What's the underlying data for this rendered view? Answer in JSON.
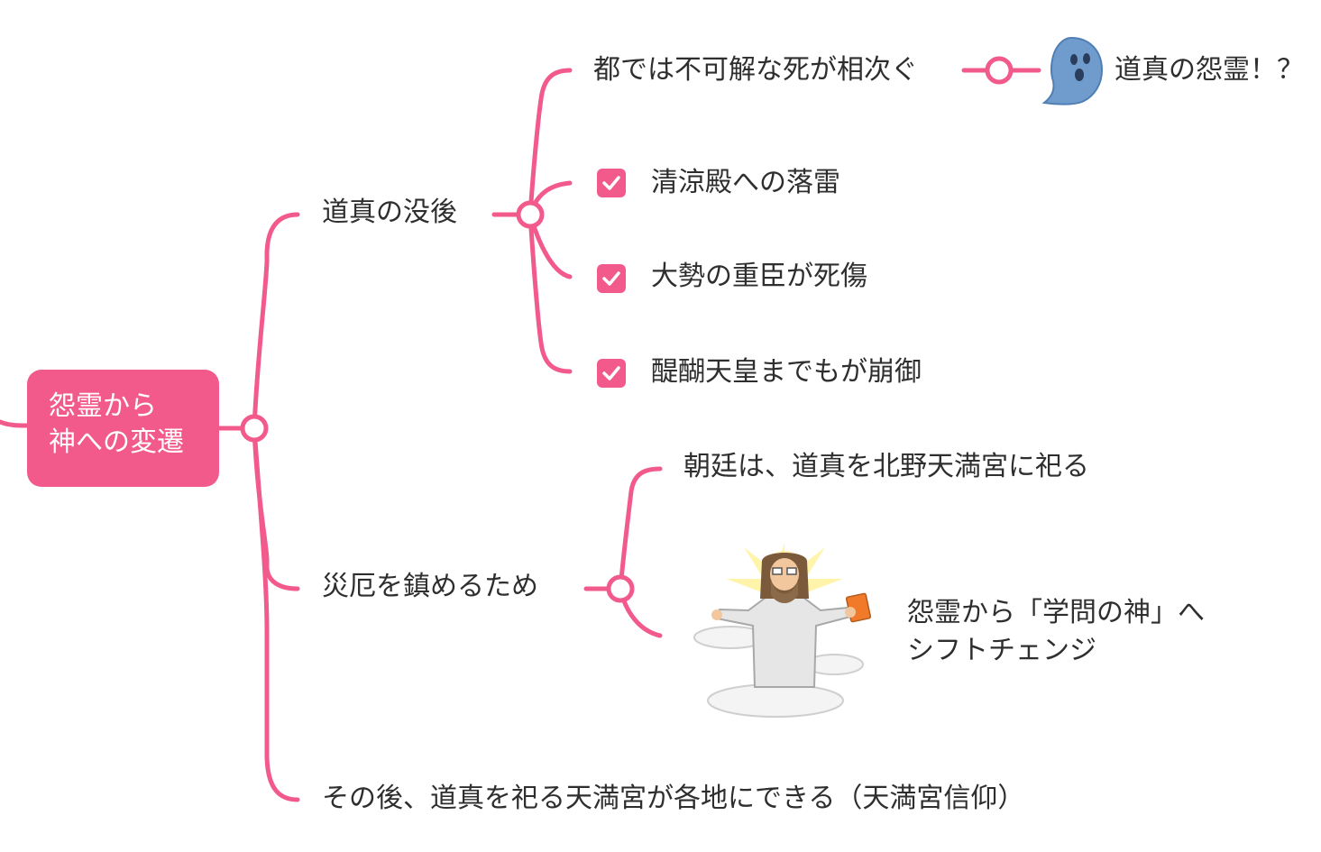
{
  "root": {
    "line1": "怨霊から",
    "line2": "神への変遷"
  },
  "branches": {
    "after_death": {
      "label": "道真の没後",
      "children": {
        "deaths": "都では不可解な死が相次ぐ",
        "onryo": "道真の怨霊！？",
        "item1": {
          "label": "清涼殿への落雷",
          "checked": true
        },
        "item2": {
          "label": "大勢の重臣が死傷",
          "checked": true
        },
        "item3": {
          "label": "醍醐天皇までもが崩御",
          "checked": true
        }
      }
    },
    "calm": {
      "label": "災厄を鎮めるため",
      "children": {
        "enshrine": "朝廷は、道真を北野天満宮に祀る",
        "shift_line1": "怨霊から「学問の神」へ",
        "shift_line2": "シフトチェンジ"
      }
    },
    "later": {
      "label": "その後、道真を祀る天満宮が各地にできる（天満宮信仰）"
    }
  },
  "icons": {
    "ghost": "ghost-icon",
    "deity": "sugawara-deity-illustration",
    "check": "checkbox-checked-icon"
  },
  "colors": {
    "accent": "#f25a8c",
    "text": "#2e2e2e",
    "ghost": "#6f9ccd"
  }
}
